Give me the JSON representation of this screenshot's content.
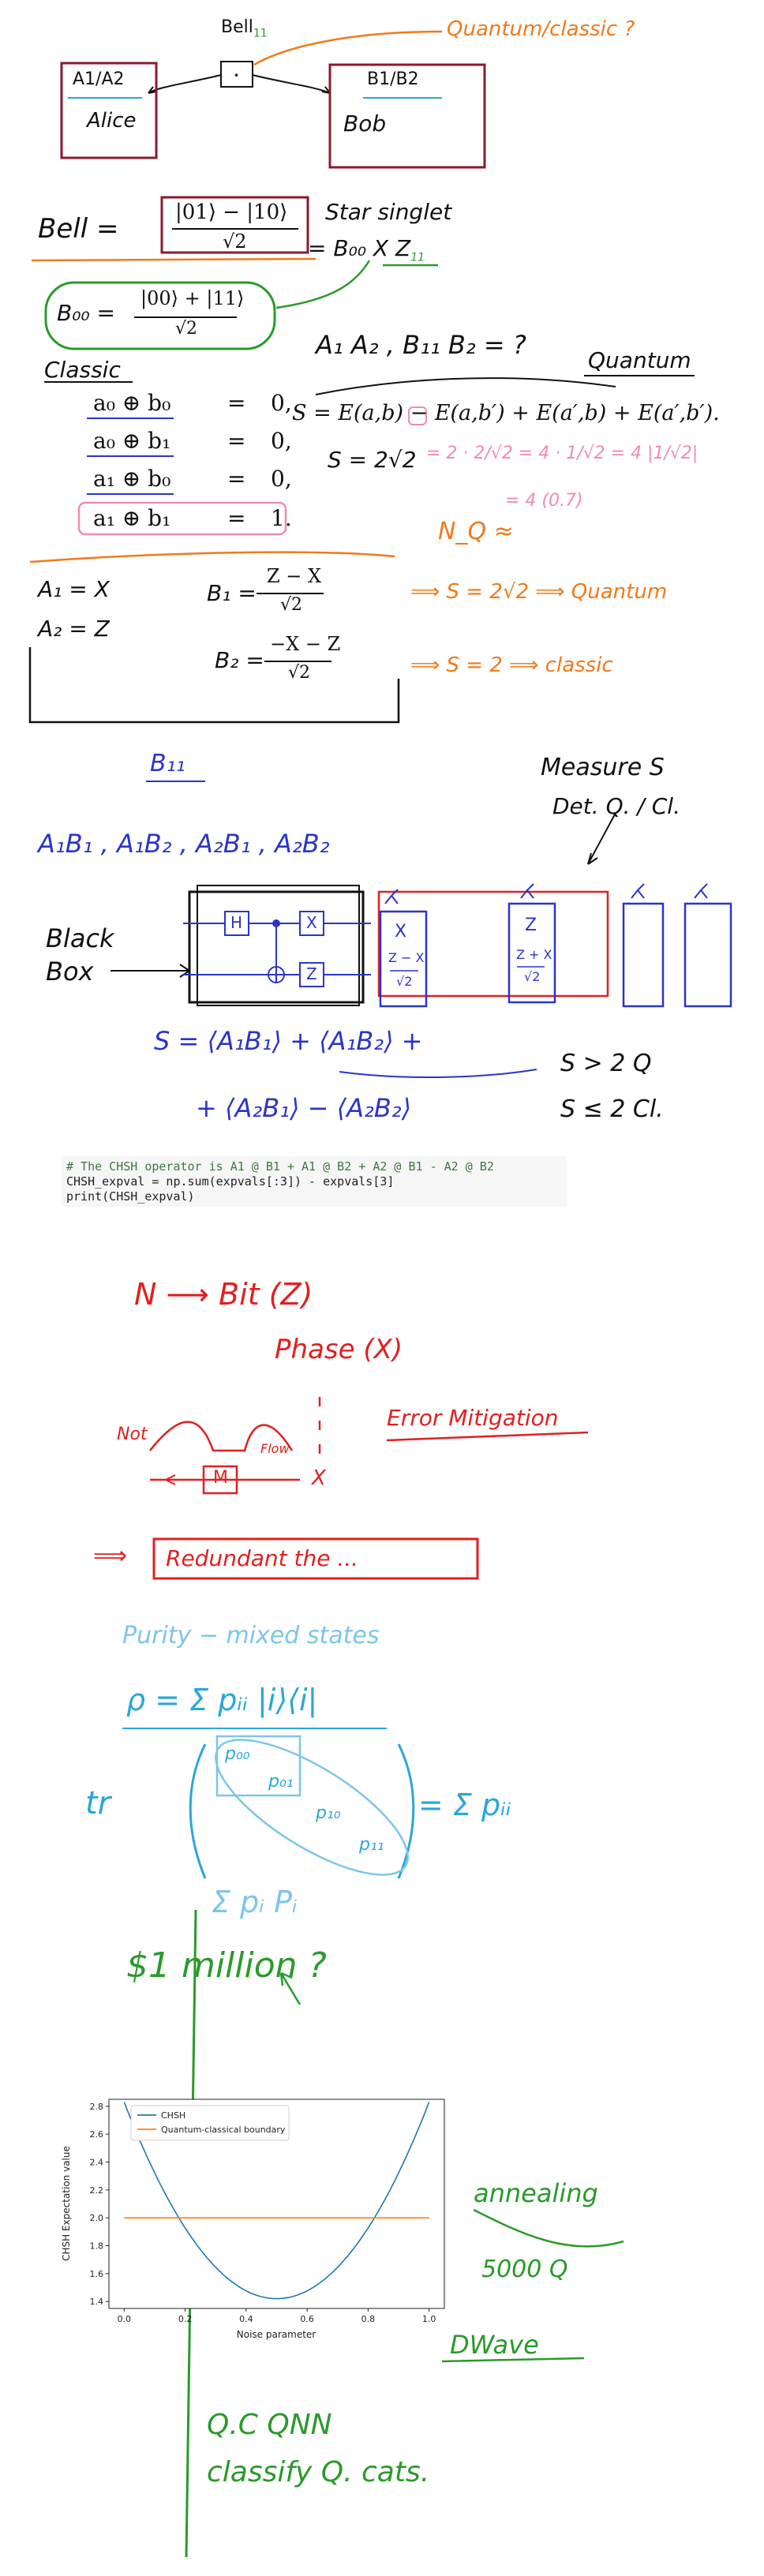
{
  "notes": {
    "bell_top": "Bell",
    "bell_top_sub": "11",
    "question_orange": "Quantum/classic ?",
    "alice_box_line1": "A1/A2",
    "alice_box_line2": "Alice",
    "bob_box_line1": "B1/B2",
    "bob_box_line2": "Bob",
    "bell_eq_label": "Bell =",
    "bell_state_num": "|01⟩ − |10⟩",
    "bell_state_den": "√2",
    "bell_state_note": "Star singlet",
    "bell_state_eq2": "= B₀₀ X Z",
    "bell_state_eq2_sub": "11",
    "b00_label": "B₀₀ =",
    "b00_num": "|00⟩ + |11⟩",
    "b00_den": "√2",
    "classic_label": "Classic",
    "xor_rows": [
      {
        "lhs": "a₀ ⊕ b₀",
        "eq": "=",
        "rhs": "0,"
      },
      {
        "lhs": "a₀ ⊕ b₁",
        "eq": "=",
        "rhs": "0,"
      },
      {
        "lhs": "a₁ ⊕ b₀",
        "eq": "=",
        "rhs": "0,"
      },
      {
        "lhs": "a₁ ⊕ b₁",
        "eq": "=",
        "rhs": "1."
      }
    ],
    "a1a2b1b2_question": "A₁ A₂ , B₁₁ B₂ = ?",
    "quantum_label": "Quantum",
    "chsh_formula": "S = E(a,b) − E(a,b′) + E(a′,b) + E(a′,b′).",
    "s_classical": "S = 2√2",
    "pink_calc_1": "= 2 · 2/√2 = 4 · 1/√2 = 4 |1/√2|",
    "pink_calc_2": "= 4 (0.7)",
    "n_label": "N_Q ≈",
    "a1_eq": "A₁ = X",
    "a2_eq": "A₂ = Z",
    "b1_eq_lhs": "B₁ =",
    "b1_eq_num": "Z − X",
    "b1_eq_den": "√2",
    "b2_eq_lhs": "B₂ =",
    "b2_eq_num": "−X − Z",
    "b2_eq_den": "√2",
    "quantum_conclusion": "⟹ S = 2√2 ⟹ Quantum",
    "classic_conclusion": "⟹ S = 2 ⟹ classic",
    "b11_label": "B₁₁",
    "measure_s": "Measure S",
    "det_q_cl": "Det. Q. / Cl.",
    "combos": "A₁B₁ , A₁B₂ , A₂B₁ , A₂B₂",
    "black_box": "Black Box",
    "circuit_h": "H",
    "circuit_x": "X",
    "circuit_z": "Z",
    "box_x_label": "X",
    "box_z_label": "Z",
    "box_zx_num": "Z − X",
    "box_zx_den": "√2",
    "box_zmx_num": "Z + X",
    "box_zmx_den": "√2",
    "s_sum_1": "S = ⟨A₁B₁⟩ + ⟨A₁B₂⟩ +",
    "s_sum_2": "+ ⟨A₂B₁⟩ − ⟨A₂B₂⟩",
    "s_gt_2": "S > 2   Q",
    "s_le_2": "S ≤ 2   Cl.",
    "code_line1": "# The CHSH operator is A1 @ B1 + A1 @ B2 + A2 @ B1 - A2 @ B2",
    "code_line2": "CHSH_expval = np.sum(expvals[:3]) - expvals[3]",
    "code_line3": "print(CHSH_expval)",
    "n_arrow": "N ⟶  Bit   (Z)",
    "phase_line": "Phase  (X)",
    "error_mitigation": "Error Mitigation",
    "not_label": "Not",
    "m_box": "M",
    "flow_label": "Flow",
    "x_label_red": "X",
    "redundant_box": "Redundant the ...",
    "purity_line": "Purity − mixed states",
    "rho_eq": "ρ = Σ pᵢᵢ |i⟩⟨i|",
    "tr_label": "tr",
    "p00": "p₀₀",
    "p01": "p₀₁",
    "p10": "p₁₀",
    "p11": "p₁₁",
    "sum_pii": "= Σ pᵢᵢ",
    "sum_pi_pi": "Σ pᵢ Pᵢ",
    "million_q": "$1 million ?",
    "annealing": "annealing",
    "five_thousand": "5000 Q",
    "dwave": "DWave",
    "qnn_line1": "Q.C QNN",
    "qnn_line2": "classify Q. cats."
  },
  "colors": {
    "ink": "#111111",
    "orange": "#f07a1a",
    "maroon": "#8b1a2e",
    "green": "#2a9a2a",
    "pink": "#f08bb0",
    "blue": "#2a35c8",
    "red": "#e02020",
    "lightblue": "#7cc6e8",
    "cyan": "#2aa6d8"
  },
  "chart_data": {
    "type": "line",
    "xlabel": "Noise parameter",
    "ylabel": "CHSH Expectation value",
    "xlim": [
      -0.05,
      1.05
    ],
    "ylim": [
      1.35,
      2.85
    ],
    "x_ticks": [
      "0.0",
      "0.2",
      "0.4",
      "0.6",
      "0.8",
      "1.0"
    ],
    "y_ticks": [
      "1.4",
      "1.6",
      "1.8",
      "2.0",
      "2.2",
      "2.4",
      "2.6",
      "2.8"
    ],
    "legend_position": "top-left",
    "series": [
      {
        "name": "CHSH",
        "color": "#1f77b4",
        "x": [
          0.0,
          0.1,
          0.2,
          0.3,
          0.4,
          0.5,
          0.6,
          0.7,
          0.8,
          0.9,
          1.0
        ],
        "y": [
          2.83,
          2.38,
          2.04,
          1.78,
          1.6,
          1.42,
          1.6,
          1.78,
          2.04,
          2.38,
          2.83
        ]
      },
      {
        "name": "Quantum-classical boundary",
        "color": "#ff7f0e",
        "x": [
          0.0,
          1.0
        ],
        "y": [
          2.0,
          2.0
        ]
      }
    ]
  }
}
